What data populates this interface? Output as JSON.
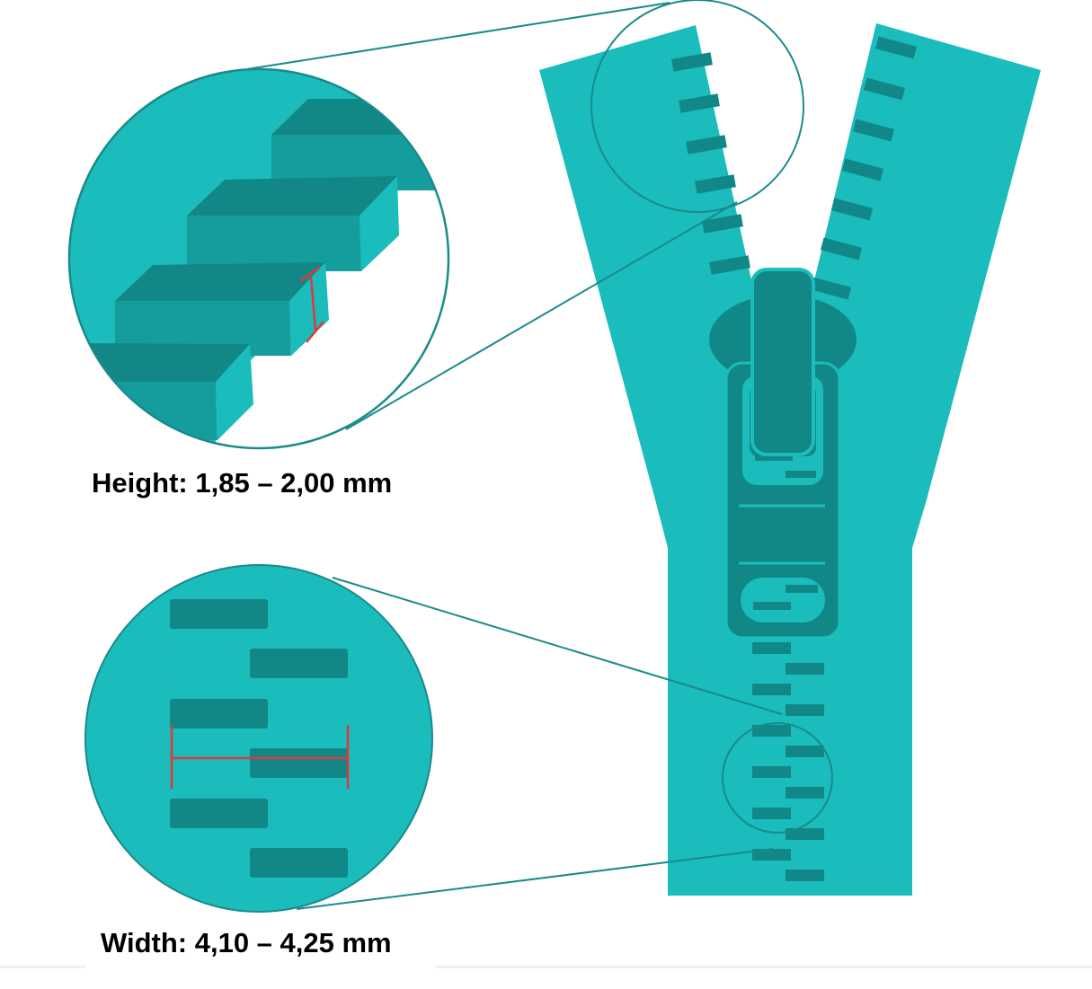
{
  "diagram": {
    "subject": "Zipper teeth dimensions",
    "labels": {
      "height": "Height: 1,85 – 2,00 mm",
      "width": "Width: 4,10 – 4,25 mm"
    },
    "callouts": [
      {
        "name": "top-magnifier",
        "target": "open zipper teeth (upper left chain)",
        "measure": "height"
      },
      {
        "name": "bottom-magnifier",
        "target": "closed zipper teeth (below slider)",
        "measure": "width"
      }
    ],
    "colors": {
      "tape": "#1bbcbc",
      "teeth": "#128787",
      "tooth_side": "#159d9d",
      "outline": "#1a8a8a",
      "measure_line": "#e0393b",
      "text": "#000000",
      "background": "#ffffff"
    }
  }
}
